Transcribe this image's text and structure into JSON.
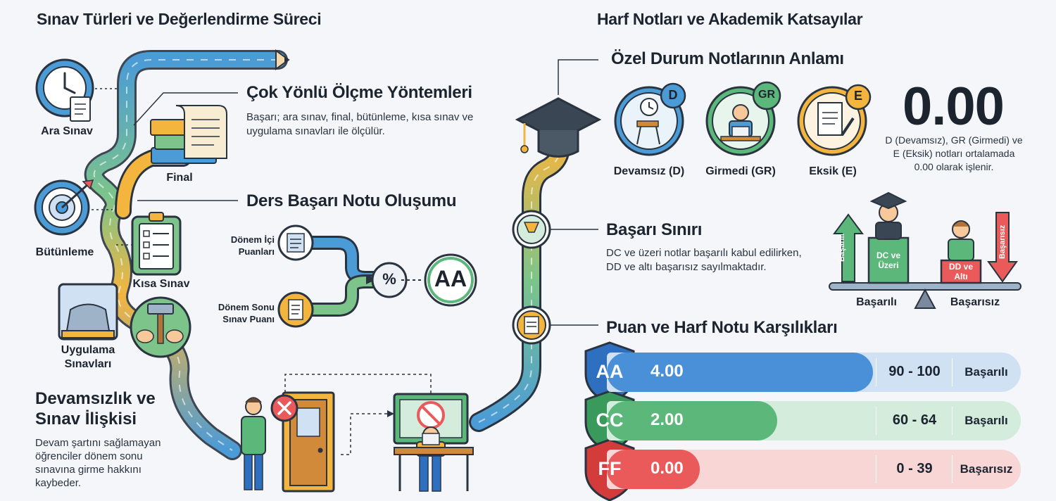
{
  "left": {
    "title": "Sınav Türleri ve Değerlendirme Süreci",
    "exam_types": [
      "Ara Sınav",
      "Final",
      "Bütünleme",
      "Kısa Sınav",
      "Uygulama Sınavları"
    ],
    "measurement": {
      "heading": "Çok Yönlü Ölçme Yöntemleri",
      "text": "Başarı; ara sınav, final, bütünleme, kısa sınav ve uygulama sınavları ile ölçülür."
    },
    "grade_formation": {
      "heading": "Ders Başarı Notu Oluşumu",
      "input1": "Dönem İçi Puanları",
      "input2": "Dönem Sonu Sınav Puanı",
      "operator": "%",
      "result": "AA"
    },
    "attendance": {
      "heading": "Devamsızlık ve Sınav İlişkisi",
      "text": "Devam şartını sağlamayan öğrenciler dönem sonu sınavına girme hakkını kaybeder."
    }
  },
  "right": {
    "title": "Harf Notları ve Akademik Katsayılar",
    "special": {
      "heading": "Özel Durum Notlarının Anlamı",
      "items": [
        {
          "badge": "D",
          "label": "Devamsız (D)"
        },
        {
          "badge": "GR",
          "label": "Girmedi (GR)"
        },
        {
          "badge": "E",
          "label": "Eksik (E)"
        }
      ],
      "value": "0.00",
      "note": "D (Devamsız), GR (Girmedi) ve E (Eksik) notları ortalamada 0.00 olarak işlenir."
    },
    "threshold": {
      "heading": "Başarı Sınırı",
      "text": "DC ve üzeri notlar başarılı kabul edilirken, DD ve altı başarısız sayılmaktadır.",
      "up_arrow": "Başarılı",
      "down_arrow": "Başarısız",
      "box_pass": "DC ve Üzeri",
      "box_fail": "DD ve Altı",
      "scale_left": "Başarılı",
      "scale_right": "Başarısız"
    },
    "table": {
      "heading": "Puan ve Harf Notu Karşılıkları",
      "rows": [
        {
          "grade": "AA",
          "coef": "4.00",
          "range": "90 - 100",
          "status": "Başarılı",
          "fill": 0.86,
          "color": "#4a90d9",
          "track": "#cfe1f3",
          "shield": "#2f6fbf"
        },
        {
          "grade": "CC",
          "coef": "2.00",
          "range": "60 - 64",
          "status": "Başarılı",
          "fill": 0.55,
          "color": "#5cb87a",
          "track": "#d3ecdc",
          "shield": "#3a9a5c"
        },
        {
          "grade": "FF",
          "coef": "0.00",
          "range": "0 - 39",
          "status": "Başarısız",
          "fill": 0.3,
          "color": "#ea5a5a",
          "track": "#f8d6d6",
          "shield": "#d43c3c"
        }
      ]
    }
  }
}
